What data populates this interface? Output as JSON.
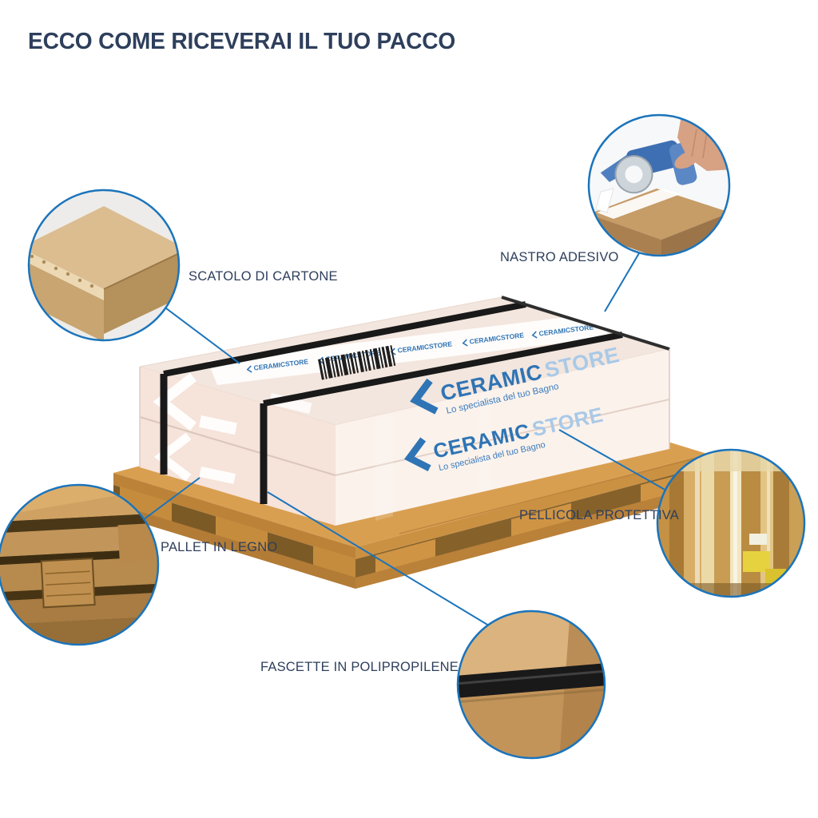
{
  "title": "ECCO COME RICEVERAI IL TUO PACCO",
  "callouts": {
    "cardboard": {
      "label": "SCATOLO DI CARTONE"
    },
    "tape": {
      "label": "NASTRO ADESIVO"
    },
    "pallet": {
      "label": "PALLET IN LEGNO"
    },
    "film": {
      "label": "PELLICOLA PROTETTIVA"
    },
    "straps": {
      "label": "FASCETTE IN POLIPROPILENE"
    }
  },
  "brand": {
    "name": "CERAMIC",
    "suffix": "STORE",
    "tagline": "Lo specialista del tuo Bagno",
    "compact": "CERAMICSTORE"
  },
  "colors": {
    "accent_blue": "#1b74bb",
    "text_navy": "#2e3f5c",
    "brand_blue": "#2f74b5",
    "brand_light_blue": "#aacbe9",
    "cardboard_light": "#f7ece5",
    "pallet_wood": "#d99f50",
    "strap_black": "#191919"
  }
}
